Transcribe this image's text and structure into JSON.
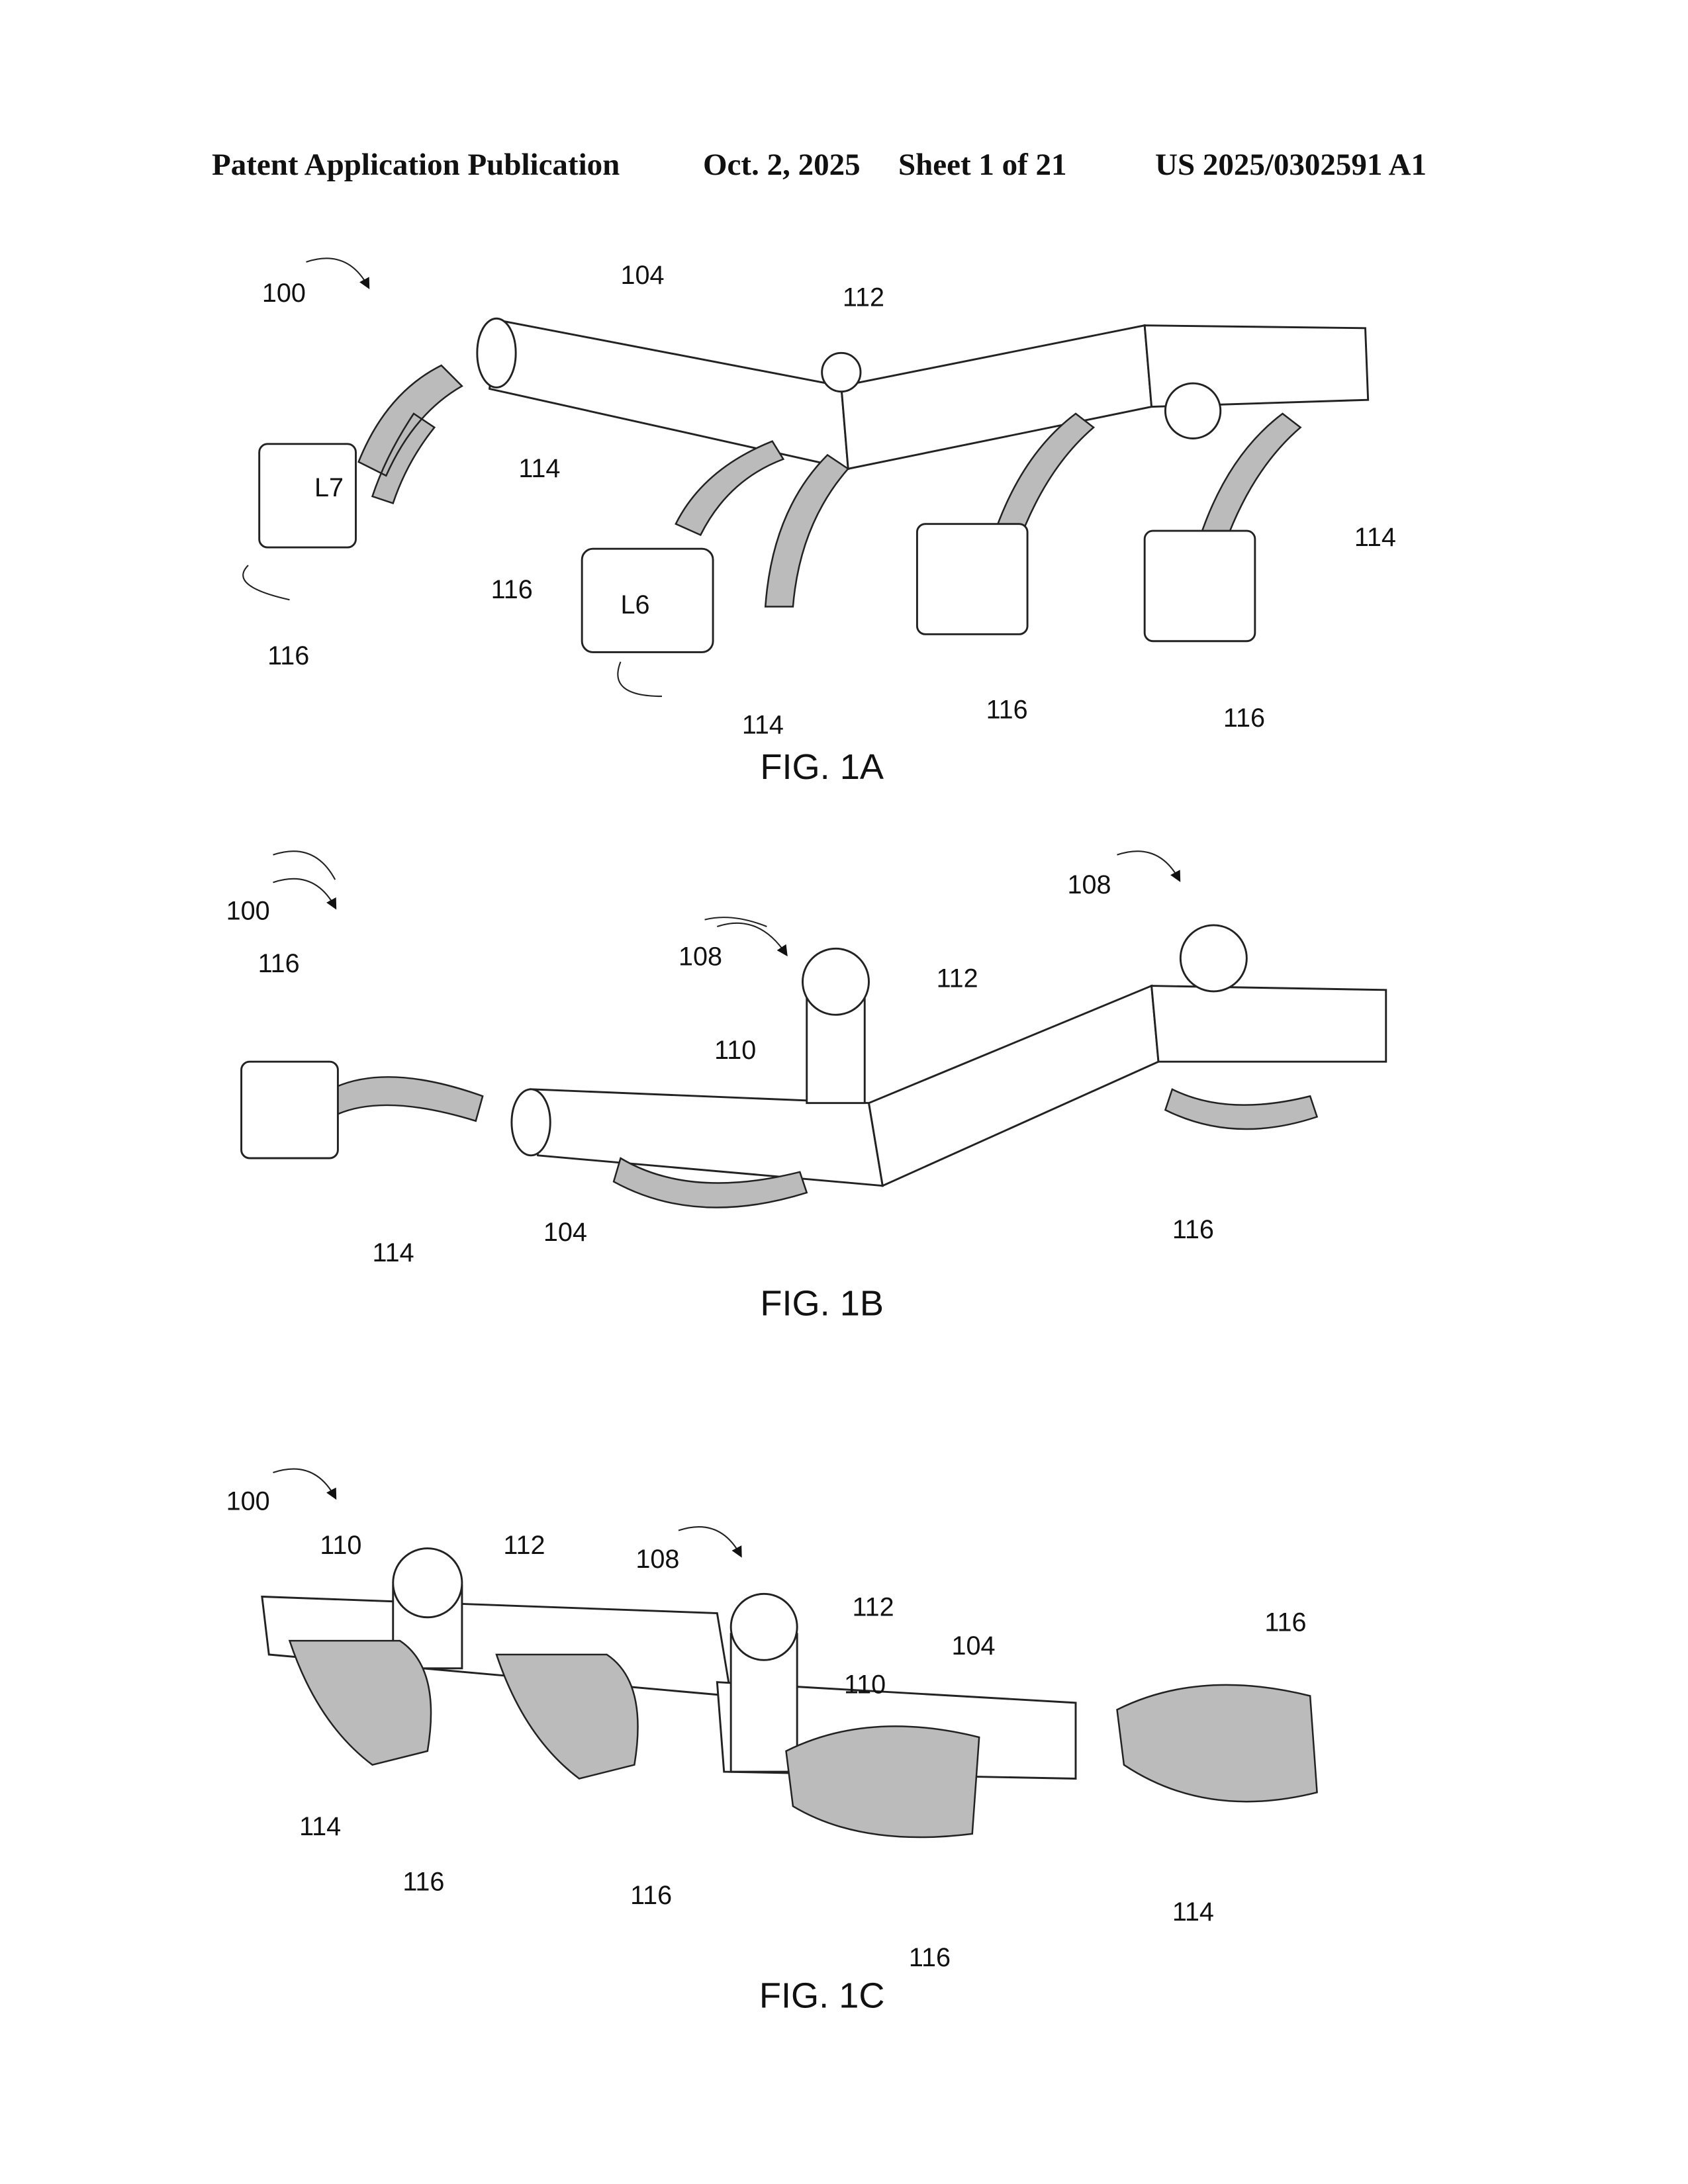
{
  "header": {
    "publication": "Patent Application Publication",
    "date": "Oct. 2, 2025",
    "sheet": "Sheet 1 of 21",
    "number": "US 2025/0302591 A1"
  },
  "figures": [
    {
      "caption": "FIG. 1A",
      "labels": [
        "100",
        "104",
        "112",
        "114",
        "114",
        "116",
        "116",
        "114",
        "116",
        "116"
      ],
      "connector_marks": [
        "L7",
        "L6"
      ]
    },
    {
      "caption": "FIG. 1B",
      "labels": [
        "100",
        "108",
        "116",
        "108",
        "112",
        "110",
        "114",
        "104",
        "116"
      ]
    },
    {
      "caption": "FIG. 1C",
      "labels": [
        "100",
        "110",
        "112",
        "108",
        "112",
        "104",
        "110",
        "116",
        "114",
        "116",
        "116",
        "116",
        "114"
      ]
    }
  ]
}
